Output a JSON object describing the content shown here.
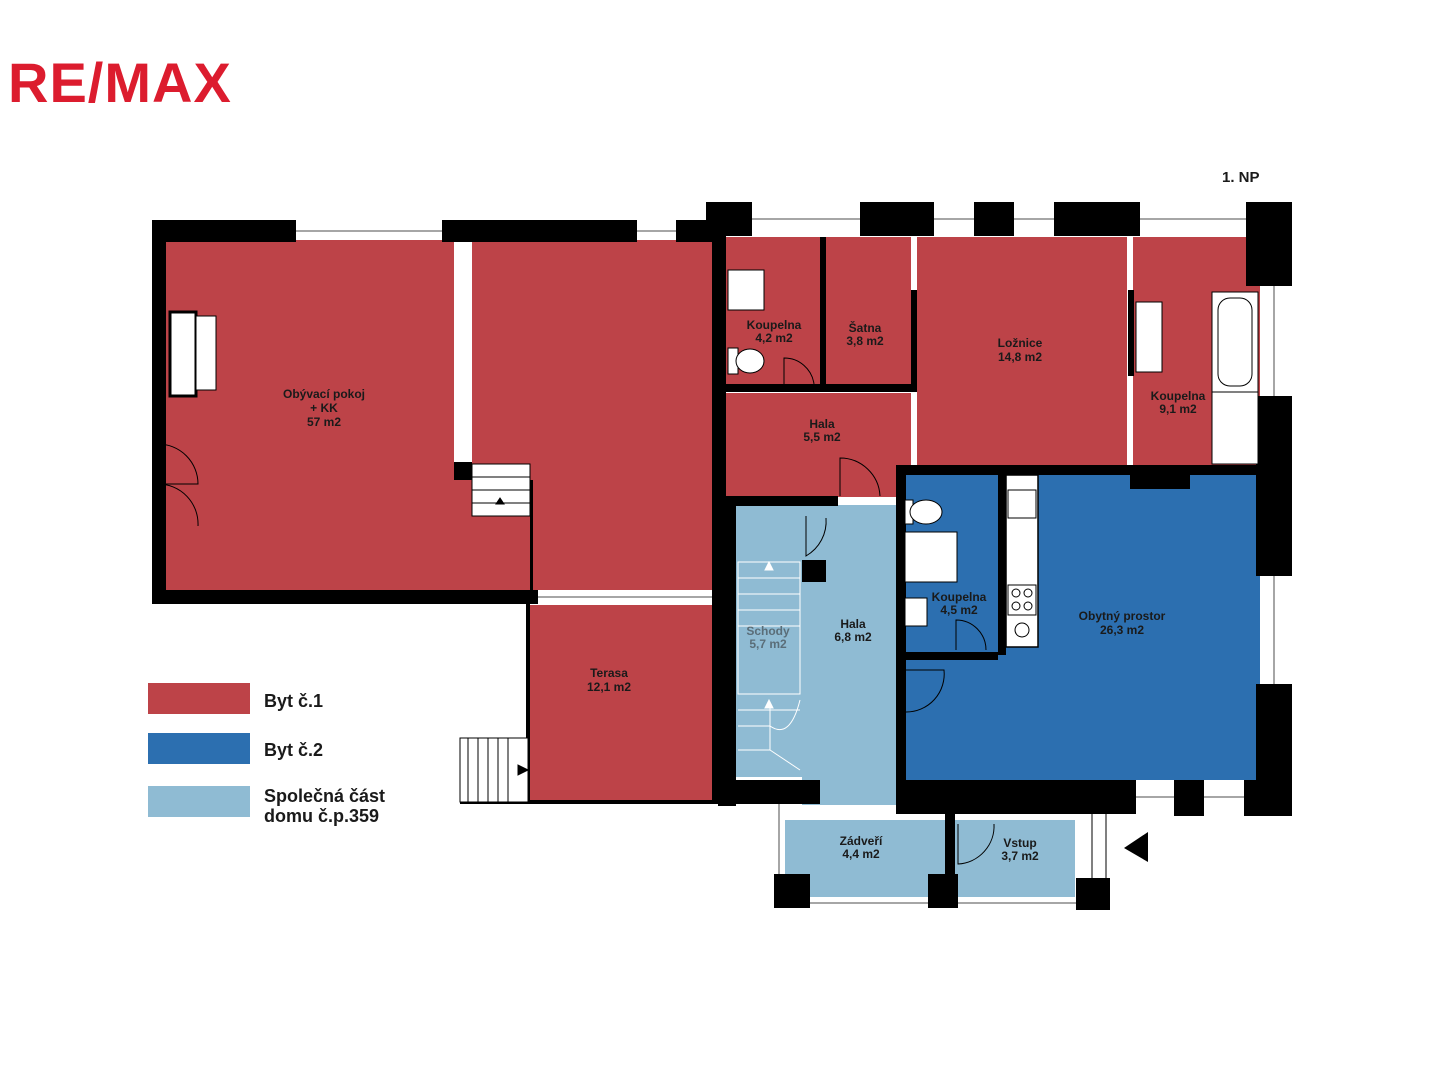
{
  "brand": {
    "logo_text": "RE/MAX",
    "red": "#dc1c2e",
    "blue": "#003da5"
  },
  "floor_label": "1. NP",
  "colors": {
    "byt1": "#bd4348",
    "byt2": "#2c6fb0",
    "common": "#8fbbd3",
    "wall": "#000000"
  },
  "rooms": {
    "obyvaci": {
      "name": "Obývací pokoj",
      "name2": "+ KK",
      "area": "57 m2"
    },
    "koupelna1": {
      "name": "Koupelna",
      "area": "4,2 m2"
    },
    "satna": {
      "name": "Šatna",
      "area": "3,8 m2"
    },
    "loznice": {
      "name": "Ložnice",
      "area": "14,8 m2"
    },
    "koupelna2": {
      "name": "Koupelna",
      "area": "9,1 m2"
    },
    "hala1": {
      "name": "Hala",
      "area": "5,5 m2"
    },
    "terasa": {
      "name": "Terasa",
      "area": "12,1 m2"
    },
    "schody": {
      "name": "Schody",
      "area": "5,7 m2"
    },
    "hala2": {
      "name": "Hala",
      "area": "6,8 m2"
    },
    "koupelna3": {
      "name": "Koupelna",
      "area": "4,5 m2"
    },
    "obytny": {
      "name": "Obytný prostor",
      "area": "26,3 m2"
    },
    "zadveri": {
      "name": "Zádveří",
      "area": "4,4 m2"
    },
    "vstup": {
      "name": "Vstup",
      "area": "3,7 m2"
    }
  },
  "legend": [
    {
      "label": "Byt č.1",
      "label2": "",
      "color": "#bd4348"
    },
    {
      "label": "Byt č.2",
      "label2": "",
      "color": "#2c6fb0"
    },
    {
      "label": "Společná část",
      "label2": "domu č.p.359",
      "color": "#8fbbd3"
    }
  ]
}
